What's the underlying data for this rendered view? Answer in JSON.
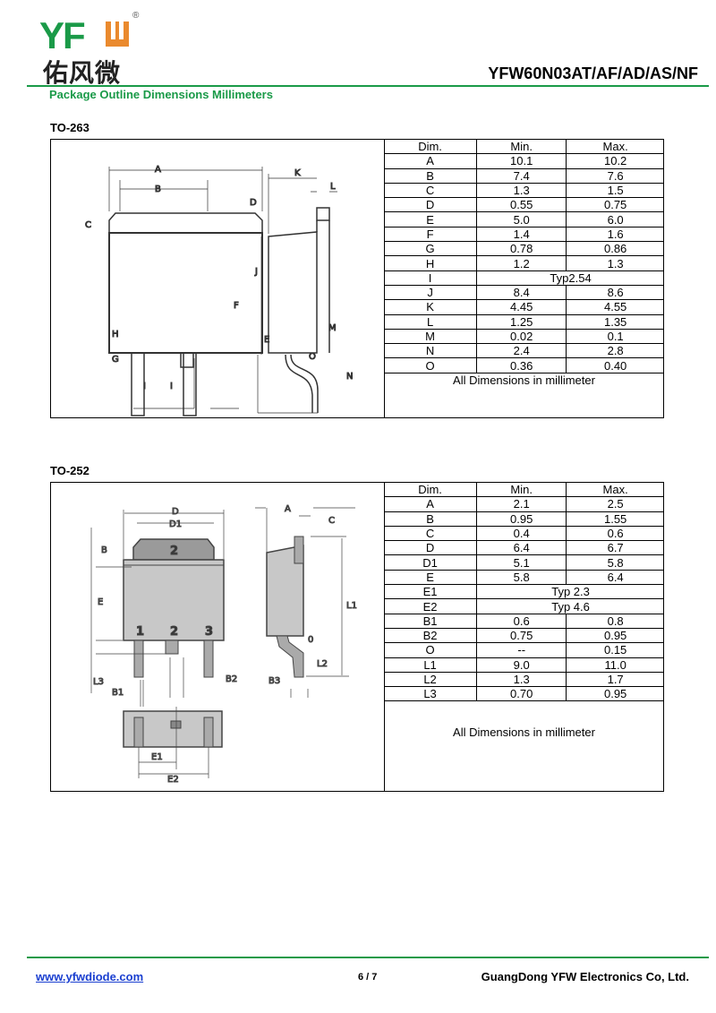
{
  "header": {
    "logo_text": "YFW",
    "logo_chinese": "佑风微",
    "registered_mark": "®",
    "part_number": "YFW60N03AT/AF/AD/AS/NF",
    "subtitle": "Package Outline Dimensions Millimeters"
  },
  "colors": {
    "brand_green": "#1a9a48",
    "brand_orange": "#ea8a2e",
    "link_blue": "#1a3fd0"
  },
  "to263": {
    "label": "TO-263",
    "diagram_labels": {
      "A": "A",
      "B": "B",
      "C": "C",
      "D": "D",
      "F": "F",
      "H": "H",
      "G": "G",
      "I1": "I",
      "I2": "I",
      "K": "K",
      "L": "L",
      "J": "J",
      "E": "E",
      "M": "M",
      "O": "O",
      "N": "N"
    },
    "headers": [
      "Dim.",
      "Min.",
      "Max."
    ],
    "rows": [
      [
        "A",
        "10.1",
        "10.2"
      ],
      [
        "B",
        "7.4",
        "7.6"
      ],
      [
        "C",
        "1.3",
        "1.5"
      ],
      [
        "D",
        "0.55",
        "0.75"
      ],
      [
        "E",
        "5.0",
        "6.0"
      ],
      [
        "F",
        "1.4",
        "1.6"
      ],
      [
        "G",
        "0.78",
        "0.86"
      ],
      [
        "H",
        "1.2",
        "1.3"
      ],
      [
        "I",
        "Typ2.54"
      ],
      [
        "J",
        "8.4",
        "8.6"
      ],
      [
        "K",
        "4.45",
        "4.55"
      ],
      [
        "L",
        "1.25",
        "1.35"
      ],
      [
        "M",
        "0.02",
        "0.1"
      ],
      [
        "N",
        "2.4",
        "2.8"
      ],
      [
        "O",
        "0.36",
        "0.40"
      ]
    ],
    "footer": "All Dimensions in millimeter"
  },
  "to252": {
    "label": "TO-252",
    "diagram_labels": {
      "D": "D",
      "D1": "D1",
      "B": "B",
      "E": "E",
      "pin1": "1",
      "pin2": "2",
      "pin3": "3",
      "tab": "2",
      "L3": "L3",
      "B1": "B1",
      "B2": "B2",
      "A": "A",
      "C": "C",
      "L1": "L1",
      "O": "0",
      "L2": "L2",
      "B3": "B3",
      "E1": "E1",
      "E2": "E2"
    },
    "headers": [
      "Dim.",
      "Min.",
      "Max."
    ],
    "rows": [
      [
        "A",
        "2.1",
        "2.5"
      ],
      [
        "B",
        "0.95",
        "1.55"
      ],
      [
        "C",
        "0.4",
        "0.6"
      ],
      [
        "D",
        "6.4",
        "6.7"
      ],
      [
        "D1",
        "5.1",
        "5.8"
      ],
      [
        "E",
        "5.8",
        "6.4"
      ],
      [
        "E1",
        "Typ 2.3"
      ],
      [
        "E2",
        "Typ 4.6"
      ],
      [
        "B1",
        "0.6",
        "0.8"
      ],
      [
        "B2",
        "0.75",
        "0.95"
      ],
      [
        "O",
        "--",
        "0.15"
      ],
      [
        "L1",
        "9.0",
        "11.0"
      ],
      [
        "L2",
        "1.3",
        "1.7"
      ],
      [
        "L3",
        "0.70",
        "0.95"
      ]
    ],
    "footer": "All Dimensions in millimeter"
  },
  "footer": {
    "website": "www.yfwdiode.com",
    "page": "6 / 7",
    "company": "GuangDong YFW Electronics Co, Ltd."
  }
}
